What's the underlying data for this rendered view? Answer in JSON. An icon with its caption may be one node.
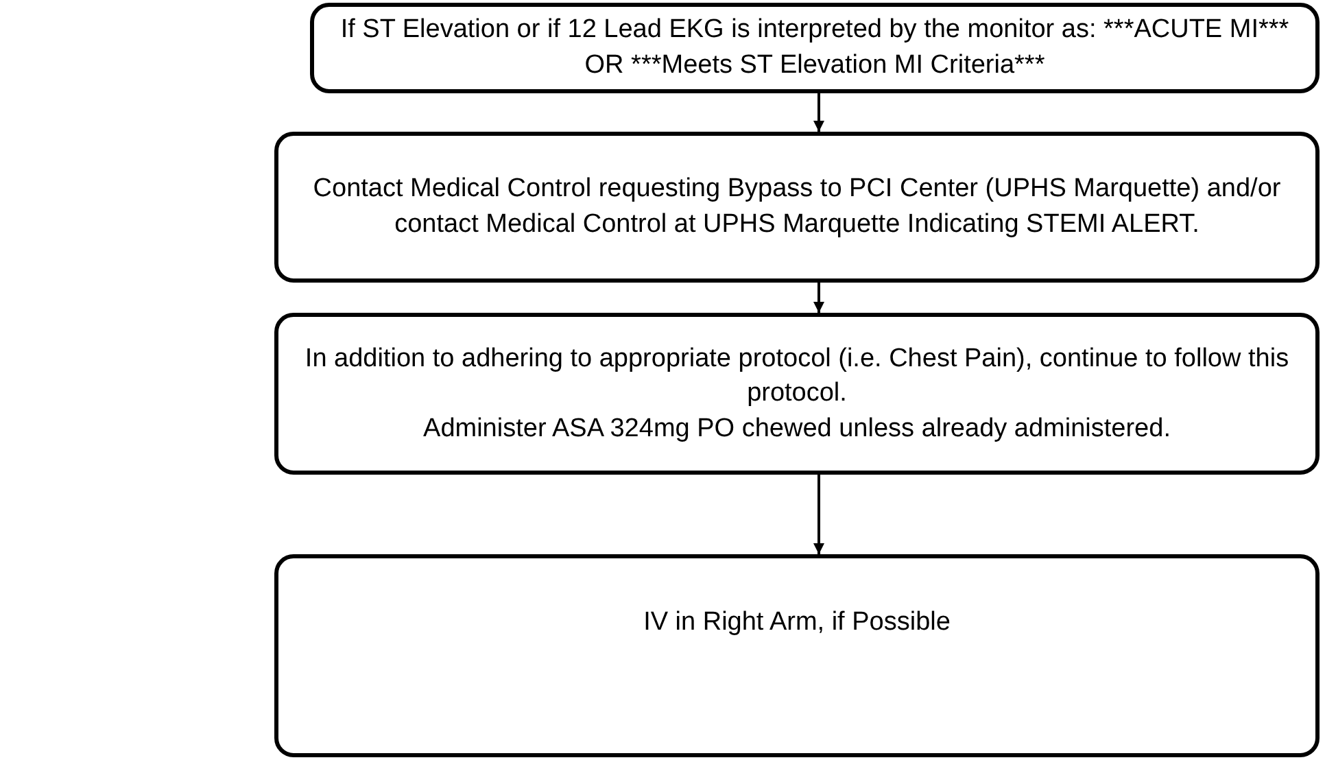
{
  "diagram": {
    "nodes": [
      {
        "text": [
          "If ST Elevation or if 12 Lead EKG is interpreted by the monitor as: ***ACUTE MI*** OR ***Meets ST Elevation MI Criteria***"
        ]
      },
      {
        "text": [
          "Contact Medical Control requesting Bypass to PCI Center (UPHS Marquette) and/or contact Medical Control at UPHS Marquette Indicating STEMI ALERT."
        ]
      },
      {
        "text": [
          "In addition to adhering to appropriate protocol (i.e. Chest Pain), continue to follow this protocol.",
          "Administer ASA 324mg PO chewed unless already administered."
        ]
      },
      {
        "text": [
          "IV in Right Arm, if Possible"
        ]
      }
    ],
    "edges": [
      {
        "from": 0,
        "to": 1,
        "arrow": "to"
      },
      {
        "from": 1,
        "to": 2,
        "arrow": "to"
      },
      {
        "from": 2,
        "to": 3,
        "arrow": "to"
      }
    ]
  }
}
